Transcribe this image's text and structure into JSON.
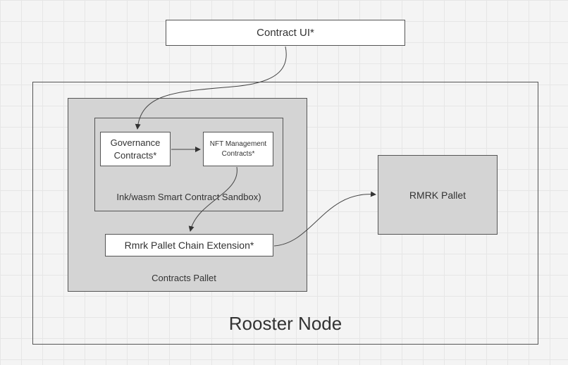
{
  "nodes": {
    "contract_ui": "Contract UI*",
    "rooster_node": "Rooster Node",
    "contracts_pallet": "Contracts Pallet",
    "ink_sandbox": "Ink/wasm Smart Contract Sandbox)",
    "governance_line1": "Governance",
    "governance_line2": "Contracts*",
    "nft_line1": "NFT Management",
    "nft_line2": "Contracts*",
    "rmrk_extension": "Rmrk Pallet Chain Extension*",
    "rmrk_pallet": "RMRK Pallet"
  },
  "colors": {
    "background": "#f4f4f4",
    "grid": "#e6e6e6",
    "container_fill": "#d4d4d4",
    "box_fill": "#ffffff",
    "stroke": "#555555"
  }
}
